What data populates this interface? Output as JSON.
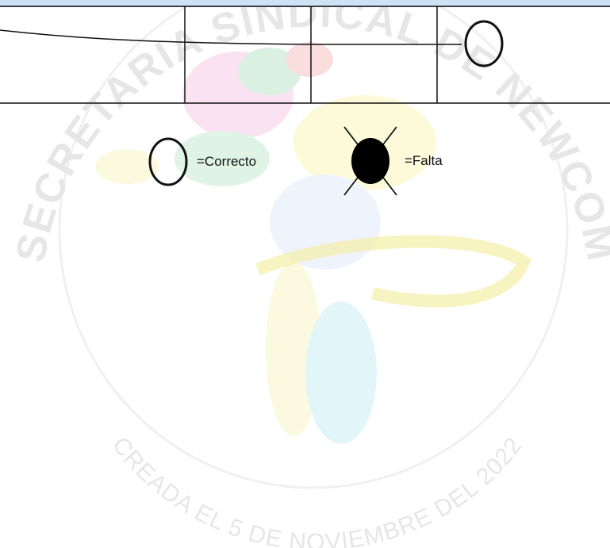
{
  "legend": {
    "correct_label": "=Correcto",
    "missing_label": "=Falta"
  },
  "watermark": {
    "arc_text_top": "SECRETARIA SINDICAL DE NEWCOM",
    "arc_text_bottom": "CREADA EL 5 DE NOVIEMBRE DEL 2022"
  },
  "colors": {
    "line": "#111111",
    "watermark_text": "#e4e4e4",
    "top_strip": "#cfe2f5"
  }
}
